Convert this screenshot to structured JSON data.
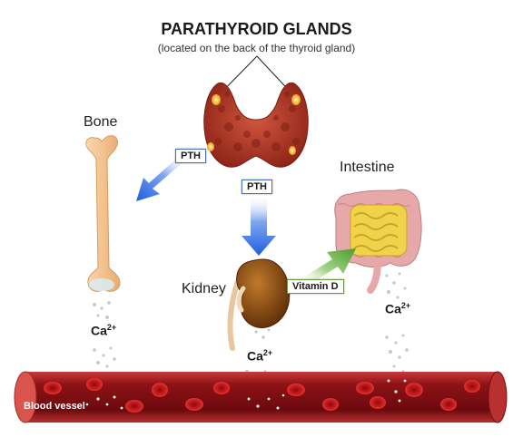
{
  "title": "PARATHYROID GLANDS",
  "subtitle": "(located on the back of the thyroid gland)",
  "labels": {
    "bone": "Bone",
    "intestine": "Intestine",
    "kidney": "Kidney",
    "blood_vessel": "Blood vessel"
  },
  "hormones": {
    "pth_bone": "PTH",
    "pth_kidney": "PTH",
    "vitamin_d": "Vitamin D"
  },
  "calcium": {
    "symbol": "Ca",
    "charge": "2+"
  },
  "colors": {
    "arrow_blue": "#1f5fe0",
    "arrow_green": "#5aa83a",
    "thyroid": "#b33a2a",
    "gland": "#f5c33a",
    "bone": "#f3c99a",
    "kidney": "#8b4a12",
    "intestine": "#e3a0a0",
    "vessel": "#7a0f12"
  }
}
